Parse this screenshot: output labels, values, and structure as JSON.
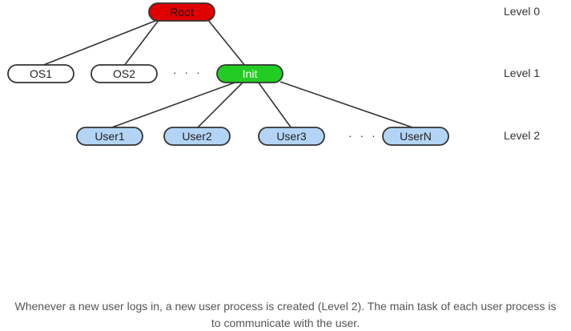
{
  "diagram": {
    "nodes": {
      "root": {
        "label": "Root",
        "fill": "#e00000",
        "stroke": "#333333",
        "text_color": "#111111"
      },
      "os1": {
        "label": "OS1",
        "fill": "#ffffff",
        "stroke": "#333333",
        "text_color": "#222222"
      },
      "os2": {
        "label": "OS2",
        "fill": "#ffffff",
        "stroke": "#333333",
        "text_color": "#222222"
      },
      "init": {
        "label": "Init",
        "fill": "#22cc22",
        "stroke": "#333333",
        "text_color": "#ffffff"
      },
      "user1": {
        "label": "User1",
        "fill": "#b3d4f5",
        "stroke": "#333333",
        "text_color": "#222222"
      },
      "user2": {
        "label": "User2",
        "fill": "#b3d4f5",
        "stroke": "#333333",
        "text_color": "#222222"
      },
      "user3": {
        "label": "User3",
        "fill": "#b3d4f5",
        "stroke": "#333333",
        "text_color": "#222222"
      },
      "userN": {
        "label": "UserN",
        "fill": "#b3d4f5",
        "stroke": "#333333",
        "text_color": "#222222"
      }
    },
    "edges": [
      [
        "root",
        "os1"
      ],
      [
        "root",
        "os2"
      ],
      [
        "root",
        "init"
      ],
      [
        "init",
        "user1"
      ],
      [
        "init",
        "user2"
      ],
      [
        "init",
        "user3"
      ],
      [
        "init",
        "userN"
      ]
    ],
    "ellipsis_1": "· · ·",
    "ellipsis_2": "· · ·",
    "levels": {
      "level0": "Level 0",
      "level1": "Level 1",
      "level2": "Level 2"
    }
  },
  "caption": {
    "line1": "Whenever a new user logs in, a new user process is created (Level 2). The main task of each user process is",
    "line2": "to communicate with the user."
  }
}
